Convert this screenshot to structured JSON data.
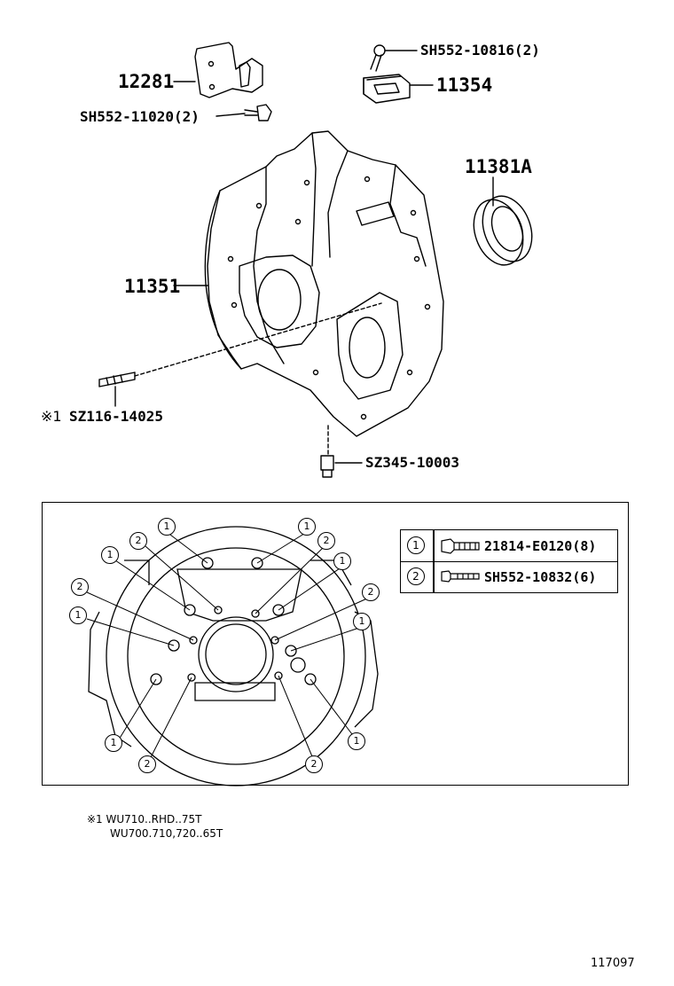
{
  "parts": {
    "bracket": "12281",
    "bracket_bolt": "SH552-11020(2)",
    "clip_bolt": "SH552-10816(2)",
    "clip": "11354",
    "oil_seal": "11381A",
    "housing": "11351",
    "stud_mark": "※1",
    "stud": "SZ116-14025",
    "plug": "SZ345-10003"
  },
  "legend": [
    {
      "mark": "1",
      "part": "21814-E0120(8)"
    },
    {
      "mark": "2",
      "part": "SH552-10832(6)"
    }
  ],
  "callouts": {
    "one": "1",
    "two": "2"
  },
  "notes": {
    "line1": "※1 WU710..RHD..75T",
    "line2": "WU700.710,720..65T"
  },
  "figure_number": "117097"
}
